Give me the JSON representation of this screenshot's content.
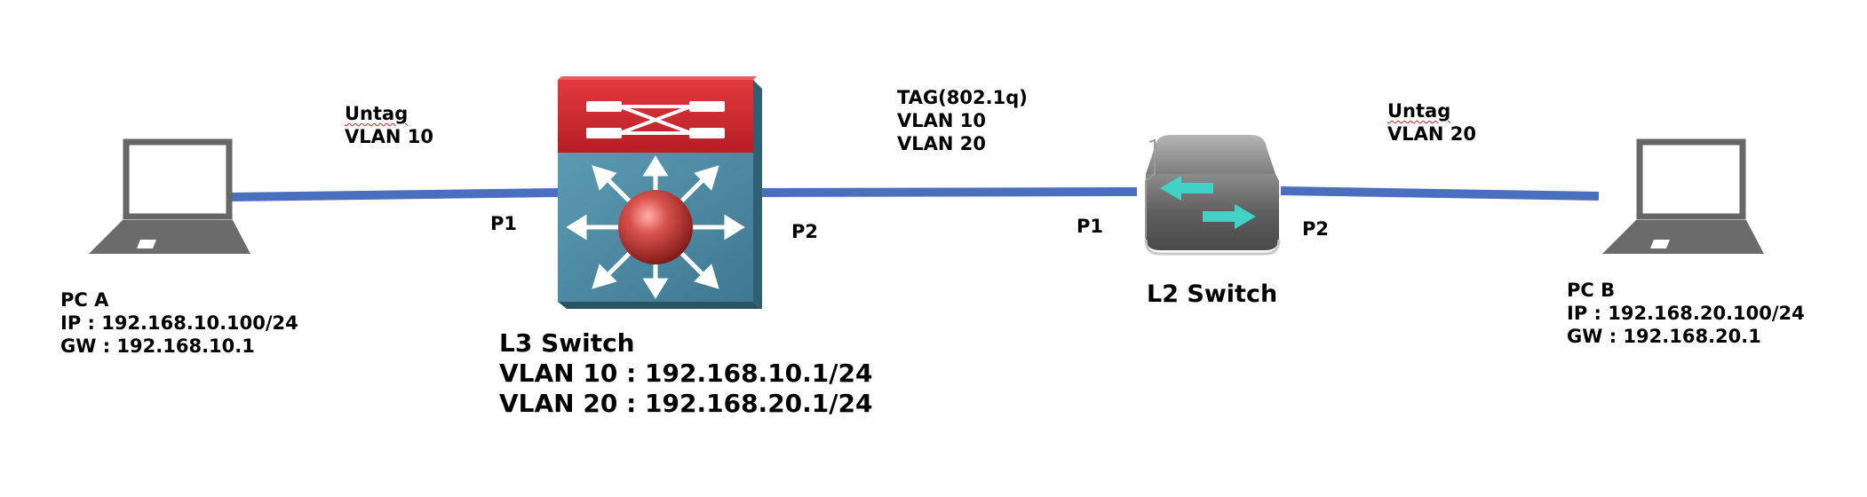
{
  "pc_a": {
    "name": "PC A",
    "ip": "IP : 192.168.10.100/24",
    "gw": "GW : 192.168.10.1"
  },
  "pc_b": {
    "name": "PC B",
    "ip": "IP : 192.168.20.100/24",
    "gw": "GW : 192.168.20.1"
  },
  "l3_switch": {
    "name": "L3 Switch",
    "vlan10": "VLAN 10 : 192.168.10.1/24",
    "vlan20": "VLAN 20 : 192.168.20.1/24"
  },
  "l2_switch": {
    "name": "L2 Switch"
  },
  "links": {
    "pca_l3": {
      "mode": "Untag",
      "vlan": "VLAN 10"
    },
    "l3_l2": {
      "mode": "TAG(802.1q)",
      "vlan1": "VLAN 10",
      "vlan2": "VLAN 20"
    },
    "l2_pcb": {
      "mode": "Untag",
      "vlan": "VLAN 20"
    }
  },
  "ports": {
    "l3_p1": "P1",
    "l3_p2": "P2",
    "l2_p1": "P1",
    "l2_p2": "P2"
  },
  "colors": {
    "link": "#4a6fbf",
    "l3_top": "#c8262b",
    "l3_front": "#4a8aa0",
    "l2_body": "#6e6e6e",
    "arrow": "#3fd3c8"
  }
}
